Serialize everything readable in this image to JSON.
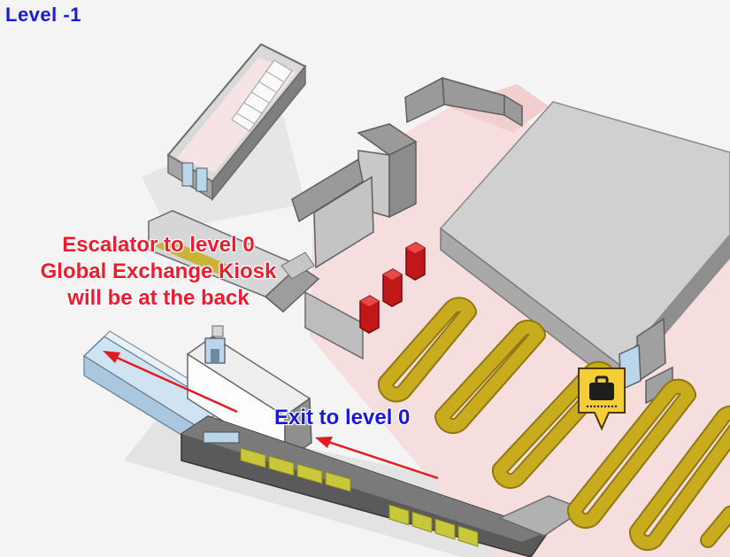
{
  "map": {
    "level_title": "Level -1"
  },
  "annotations": {
    "escalator_note": {
      "line1": "Escalator to level 0",
      "line2": "Global Exchange Kiosk",
      "line3": "will be at the back"
    },
    "exit_note": "Exit to level 0"
  },
  "icons": {
    "baggage_claim": "luggage-pin-icon"
  },
  "colors": {
    "annotation_red": "#ee1c2e",
    "annotation_blue": "#1a1ad8",
    "carousel_yellow": "#c9ab1e",
    "wall_gray": "#8d8d8d",
    "floor_pink": "#f7dede"
  }
}
